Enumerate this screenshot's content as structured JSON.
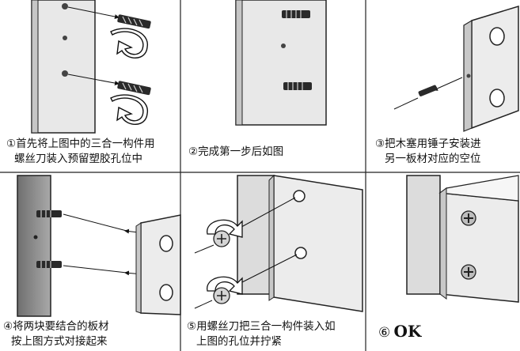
{
  "steps": [
    {
      "n": "①",
      "lines": [
        "首先将上图中的三合一构件用",
        "螺丝刀装入预留塑胶孔位中"
      ]
    },
    {
      "n": "②",
      "lines": [
        "完成第一步后如图"
      ]
    },
    {
      "n": "③",
      "lines": [
        "把木塞用锤子安装进",
        "另一板材对应的空位"
      ]
    },
    {
      "n": "④",
      "lines": [
        "将两块要结合的板材",
        "按上图方式对接起来"
      ]
    },
    {
      "n": "⑤",
      "lines": [
        "用螺丝刀把三合一构件装入如",
        "上图的孔位并拧紧"
      ]
    },
    {
      "n": "⑥",
      "lines": [
        "OK"
      ]
    }
  ]
}
